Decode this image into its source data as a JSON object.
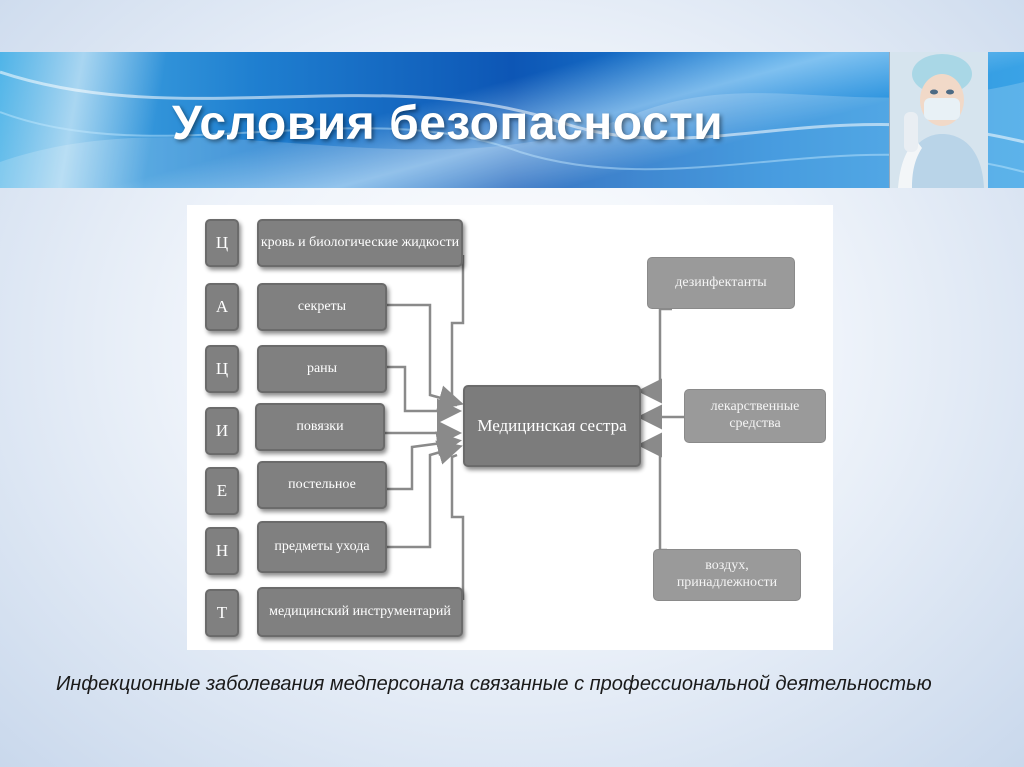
{
  "title": "Условия безопасности",
  "diagram": {
    "letters": [
      "Ц",
      "А",
      "Ц",
      "И",
      "Е",
      "Н",
      "Т"
    ],
    "sources": [
      "кровь и биологические жидкости",
      "секреты",
      "раны",
      "повязки",
      "постельное",
      "предметы ухода",
      "медицинский инструментарий"
    ],
    "center": "Медицинская сестра",
    "right": [
      "дезинфектанты",
      "лекарственные средства",
      "воздух, принадлежности"
    ]
  },
  "caption": "Инфекционные заболевания медперсонала связанные с профессиональной деятельностью",
  "colors": {
    "banner": "#1f7fd0",
    "box": "#808080",
    "box_light": "#9a9a9a"
  }
}
